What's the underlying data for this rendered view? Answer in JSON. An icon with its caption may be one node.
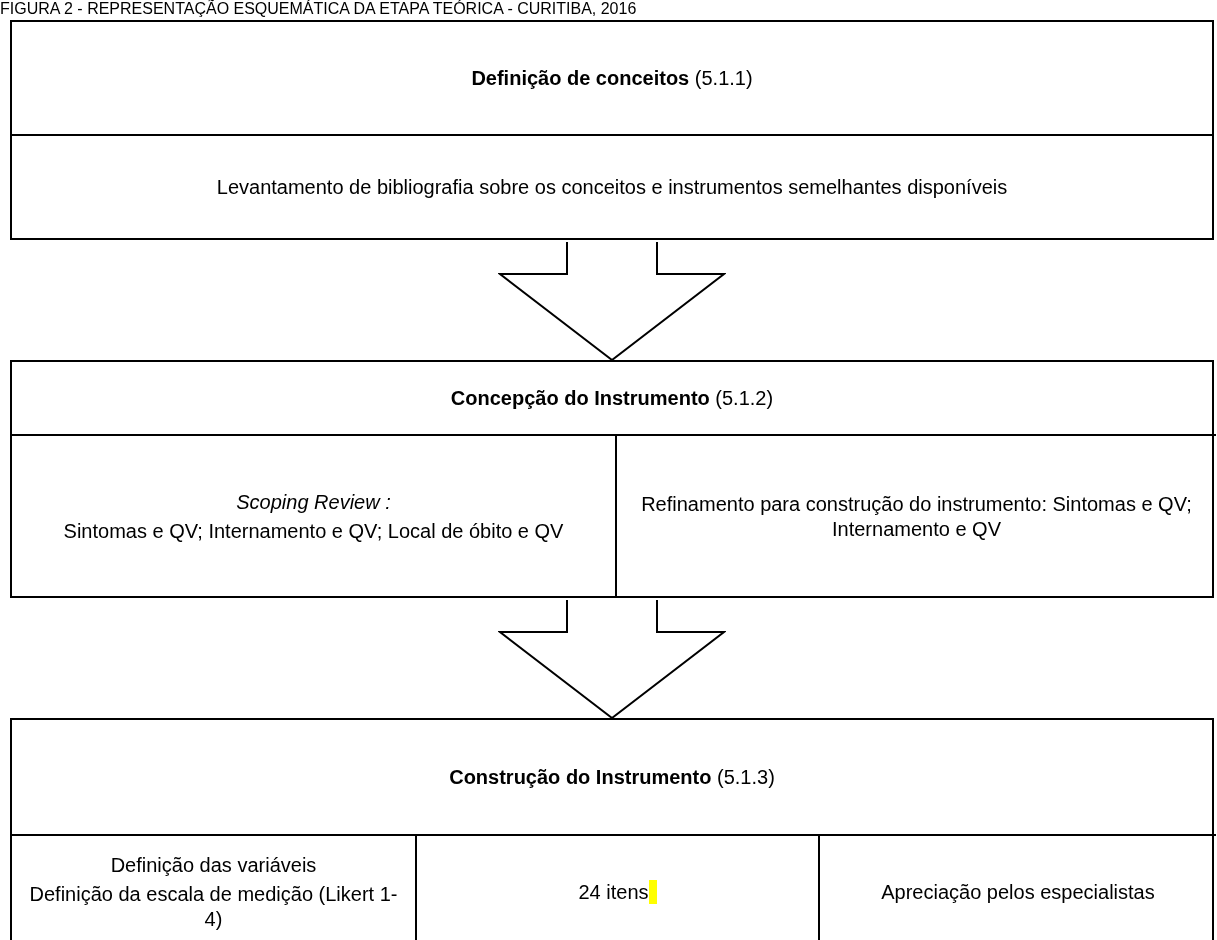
{
  "diagram": {
    "title": "FIGURA 2 - REPRESENTAÇÃO ESQUEMÁTICA DA ETAPA TEÓRICA - CURITIBA, 2016",
    "nodes": [
      {
        "text": [
          "**Definição de conceitos** (5.1.1)",
          "Levantamento de bibliografia sobre os conceitos e instrumentos semelhantes disponíveis"
        ]
      },
      {
        "text": [
          "**Concepção do Instrumento** (5.1.2)"
        ]
      },
      {
        "text": [
          "Scoping Review :",
          "Sintomas e QV; Internamento e QV; Local de óbito e QV"
        ],
        "in": 1
      },
      {
        "text": [
          "Refinamento para construção do instrumento: Sintomas e QV; Internamento e QV"
        ],
        "in": 1
      },
      {
        "text": [
          "**Construção do Instrumento** (5.1.3)"
        ]
      },
      {
        "text": [
          "Definição das variáveis",
          "Definição da escala de medição (Likert 1-4)"
        ],
        "in": 4
      },
      {
        "text": [
          "24 itens"
        ],
        "in": 4
      },
      {
        "text": [
          "Apreciação pelos especialistas"
        ],
        "in": 4
      }
    ],
    "edges": [
      {
        "from": 0,
        "to": 1,
        "arrow": "to"
      },
      {
        "from": 1,
        "to": 4,
        "arrow": "to"
      }
    ]
  }
}
